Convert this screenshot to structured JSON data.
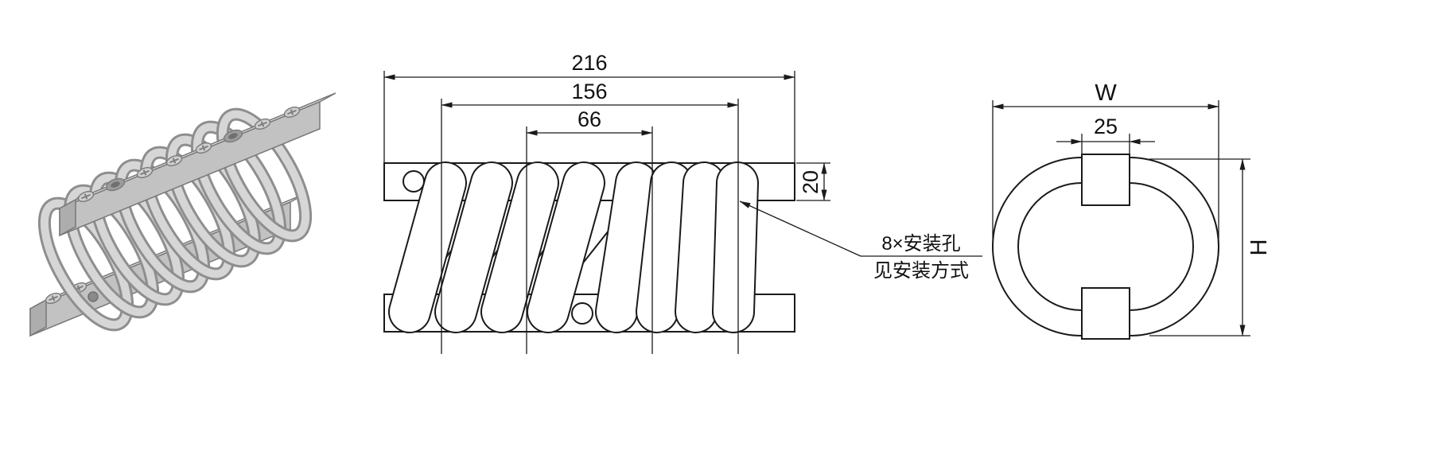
{
  "front_view": {
    "dim_overall": "216",
    "dim_coil_span": "156",
    "dim_inner_span": "66",
    "dim_bar_thickness": "20",
    "leader_note_line1": "8×安装孔",
    "leader_note_line2": "见安装方式"
  },
  "side_view": {
    "dim_width": "W",
    "dim_clamp_width": "25",
    "dim_height": "H"
  },
  "colors": {
    "line": "#1a1a1a",
    "metal_light": "#e4e4e4",
    "metal_mid": "#c2c2c2",
    "metal_dark": "#8e8e8e"
  }
}
